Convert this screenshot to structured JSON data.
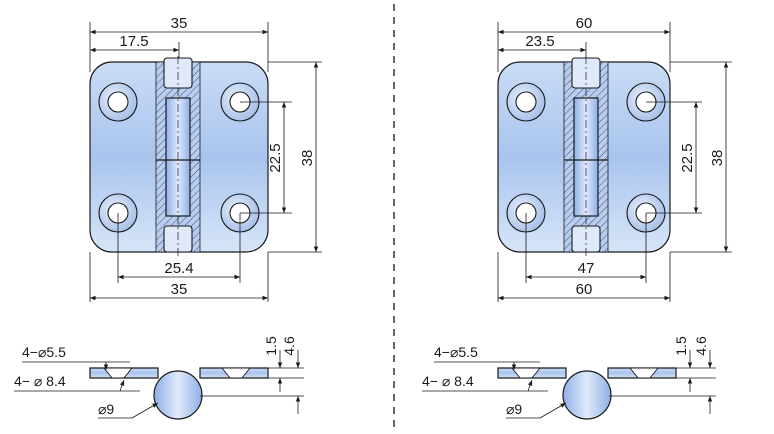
{
  "left_view": {
    "top_width": "35",
    "pin_offset": "17.5",
    "height_total": "38",
    "hole_spacing_v": "22.5",
    "hole_spacing_h": "25.4",
    "bottom_width": "35"
  },
  "right_view": {
    "top_width": "60",
    "pin_offset": "23.5",
    "height_total": "38",
    "hole_spacing_v": "22.5",
    "hole_spacing_h": "47",
    "bottom_width": "60"
  },
  "left_section": {
    "counterbore_small": "4−⌀5.5",
    "counterbore_large": "4− ⌀ 8.4",
    "knuckle_dia": "⌀9",
    "thickness_thin": "1.5",
    "thickness_total": "4.6"
  },
  "right_section": {
    "counterbore_small": "4−⌀5.5",
    "counterbore_large": "4− ⌀ 8.4",
    "knuckle_dia": "⌀9",
    "thickness_thin": "1.5",
    "thickness_total": "4.6"
  }
}
